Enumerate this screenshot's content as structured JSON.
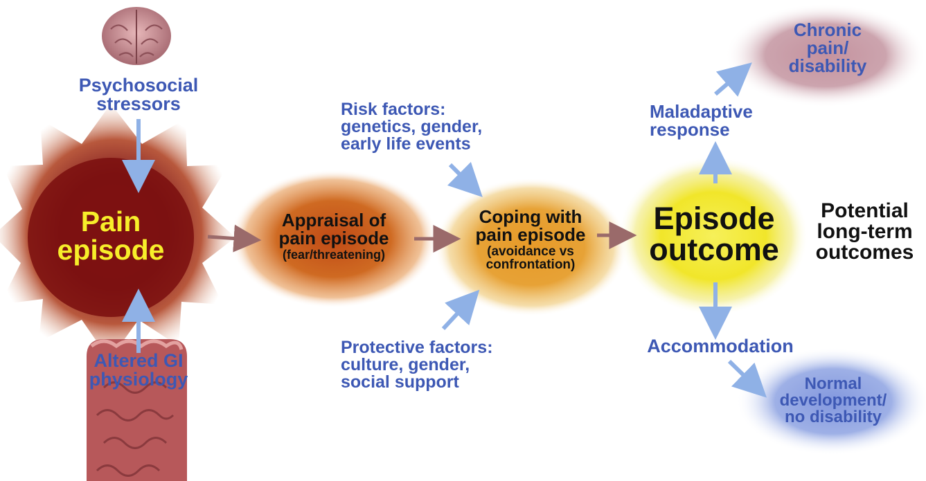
{
  "colors": {
    "label_blue": "#3d58b4",
    "arrow_blue": "#8fb1e6",
    "arrow_brown": "#9a6a6a",
    "pain_core": "#7d1010",
    "pain_text": "#f7ee2a",
    "appraisal": "#c8601c",
    "coping": "#e39a28",
    "outcome": "#f2e62a",
    "chronic": "#c89aa6",
    "normal": "#8da2e0"
  },
  "icons": {
    "brain": "brain-icon",
    "intestine": "intestine-icon"
  },
  "labels": {
    "psychosocial": "Psychosocial stressors",
    "altered_gi": "Altered GI physiology",
    "risk_factors": [
      "Risk factors:",
      "genetics, gender,",
      "early life events"
    ],
    "protective_factors": [
      "Protective factors:",
      "culture, gender,",
      "social support"
    ],
    "maladaptive": [
      "Maladaptive",
      "response"
    ],
    "accommodation": "Accommodation",
    "potential": [
      "Potential",
      "long-term",
      "outcomes"
    ]
  },
  "nodes": {
    "pain": [
      "Pain",
      "episode"
    ],
    "appraisal": {
      "title": [
        "Appraisal of",
        "pain episode"
      ],
      "sub": "(fear/threatening)"
    },
    "coping": {
      "title": [
        "Coping with",
        "pain episode"
      ],
      "sub": [
        "(avoidance vs",
        "confrontation)"
      ]
    },
    "outcome": [
      "Episode",
      "outcome"
    ],
    "chronic": [
      "Chronic",
      "pain/",
      "disability"
    ],
    "normal": [
      "Normal",
      "development/",
      "no disability"
    ]
  }
}
